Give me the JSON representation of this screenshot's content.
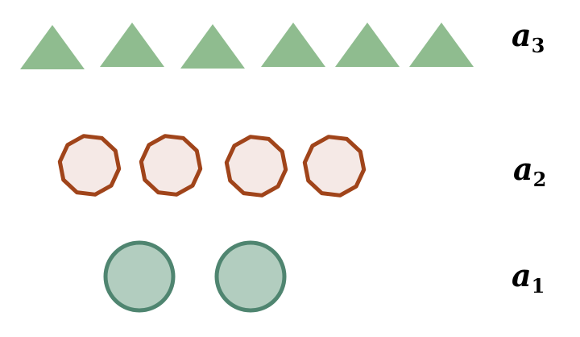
{
  "colors": {
    "triangle_fill": "#8fbc8f",
    "decagon_fill": "#f5e9e6",
    "decagon_stroke": "#a0441a",
    "circle_fill": "#b2cdbf",
    "circle_stroke": "#4f8570"
  },
  "rows": [
    {
      "name": "row-a3",
      "shape": "triangle",
      "count": 6,
      "label_var": "a",
      "label_sub": "3"
    },
    {
      "name": "row-a2",
      "shape": "decagon",
      "count": 4,
      "label_var": "a",
      "label_sub": "2"
    },
    {
      "name": "row-a1",
      "shape": "circle",
      "count": 2,
      "label_var": "a",
      "label_sub": "1"
    }
  ]
}
